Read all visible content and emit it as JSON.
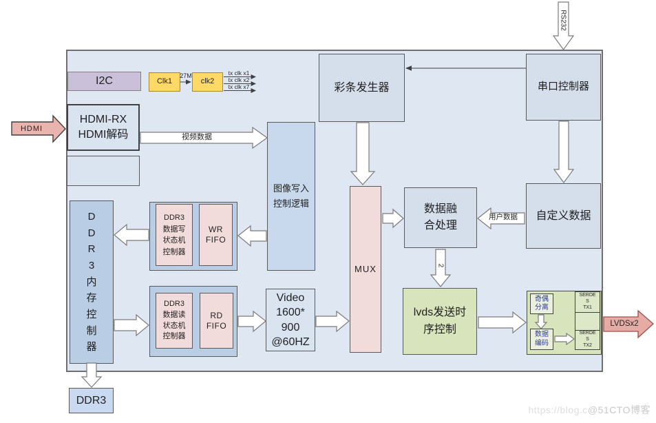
{
  "palette": {
    "container_fill": "#dfe7f2",
    "dark_blue_block": "#b9cde5",
    "light_blue_block": "#dae3f0",
    "purple_block": "#cbc0d9",
    "yellow_block": "#ffd966",
    "pink_block": "#f2dcdb",
    "green_block": "#d7e4bc",
    "salmon_arrow": "#e9b3ae",
    "blue_text": "#2f3d96"
  },
  "blocks": {
    "i2c": "I2C",
    "clk1": "Clk1",
    "clk2": "clk2",
    "hdmi_rx": "HDMI-RX\nHDMI解码",
    "color_bar_generator": "彩条发生器",
    "serial_port_controller": "串口控制器",
    "image_write_control": "图像写入\n控制逻辑",
    "mux": "MUX",
    "video": "Video\n1600*\n900\n@60HZ",
    "data_fusion": "数据融\n合处理",
    "custom_data": "自定义数据",
    "lvds_timing": "lvds发送时\n序控制",
    "odd_even_split": "奇偶\n分离",
    "data_encode": "数据\n编码",
    "serdes_tx1": "SERDE\nS\nTX1",
    "serdes_tx2": "SERDE\nS\nTX2",
    "ddr3_memory_controller": "D\nD\nR\n3\n内\n存\n控\n制\n器",
    "ddr3_write_fsm": "DDR3\n数据写\n状态机\n控制器",
    "wr_fifo": "WR\nFIFO",
    "ddr3_read_fsm": "DDR3\n数据读\n状态机\n控制器",
    "rd_fifo": "RD\nFIFO",
    "ddr3_chip": "DDR3"
  },
  "arrow_labels": {
    "rs232": "RS232",
    "hdmi_in": "HDMI",
    "clk_27m": "27M",
    "tx_clk_x1": "tx clk x1",
    "tx_clk_x2": "tx clk x2",
    "tx_clk_x7": "tx clk x7",
    "video_data": "视频数据",
    "user_data": "用户数据",
    "fusion_bus_width": "2",
    "lvds_out": "LVDSx2"
  },
  "watermark": {
    "prefix": "https://blog.c",
    "suffix": "@51CTO博客"
  }
}
